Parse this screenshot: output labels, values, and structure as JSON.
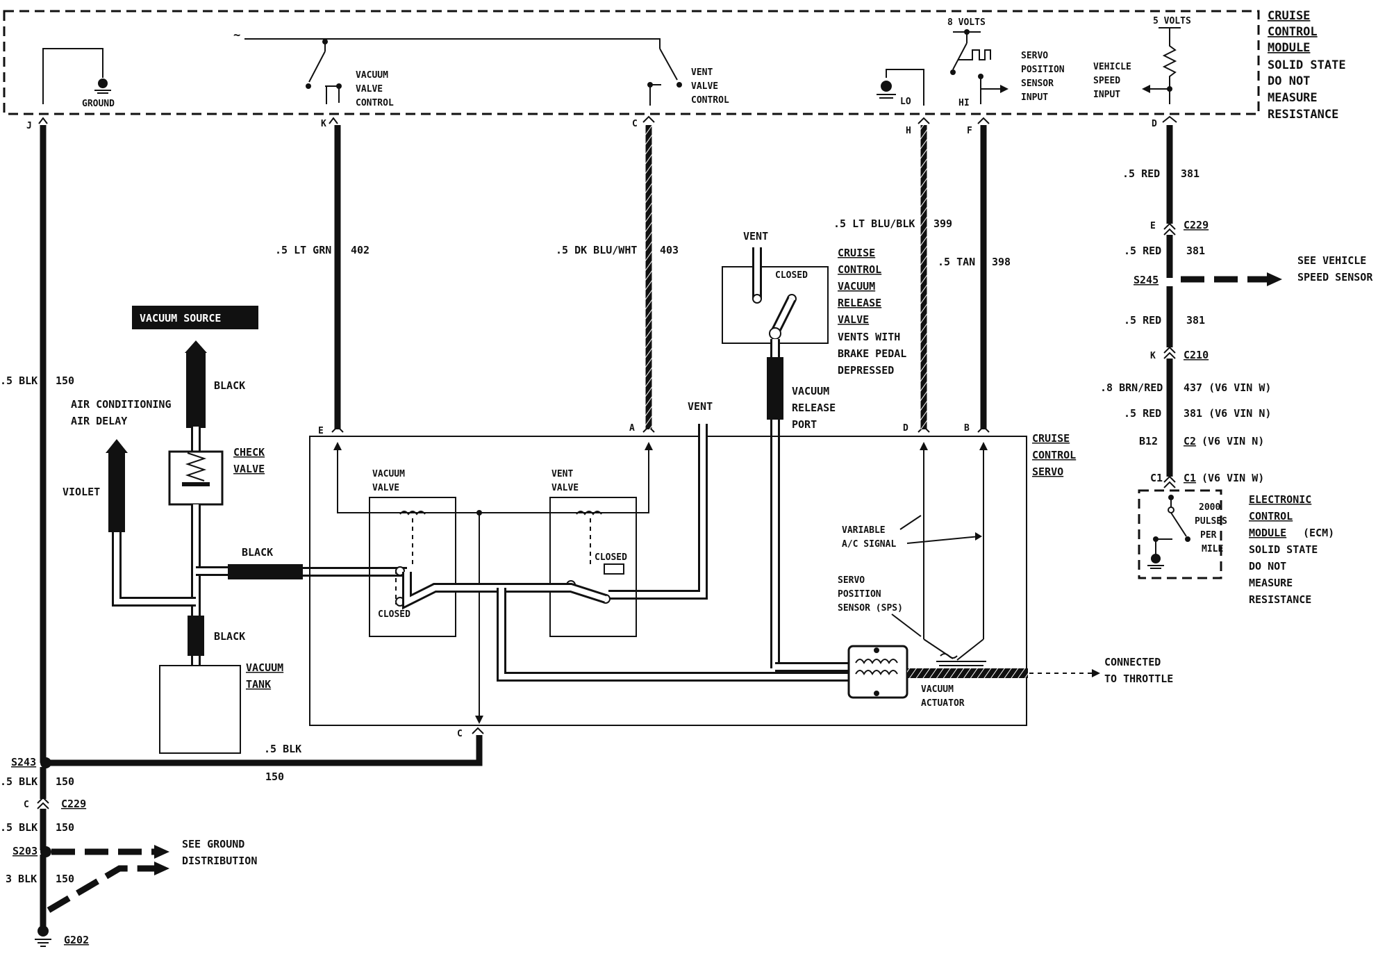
{
  "module": {
    "title_lines": [
      "CRUISE",
      "CONTROL",
      "MODULE"
    ],
    "note_lines": [
      "SOLID STATE",
      "DO NOT",
      "MEASURE",
      "RESISTANCE"
    ],
    "ground": "GROUND",
    "vacuum_valve_control": [
      "VACUUM",
      "VALVE",
      "CONTROL"
    ],
    "vent_valve_control": [
      "VENT",
      "VALVE",
      "CONTROL"
    ],
    "eight_volts": "8 VOLTS",
    "five_volts": "5 VOLTS",
    "servo_position_sensor_input": [
      "SERVO",
      "POSITION",
      "SENSOR",
      "INPUT"
    ],
    "vehicle_speed_input": [
      "VEHICLE",
      "SPEED",
      "INPUT"
    ],
    "lo": "LO",
    "hi": "HI",
    "pins": {
      "j": "J",
      "k": "K",
      "c": "C",
      "h": "H",
      "f": "F",
      "d": "D"
    }
  },
  "wires": {
    "blk_150": {
      "size": ".5 BLK",
      "circuit": "150"
    },
    "lt_grn_402": {
      "size": ".5 LT GRN",
      "circuit": "402"
    },
    "dk_blu_wht_403": {
      "size": ".5 DK BLU/WHT",
      "circuit": "403"
    },
    "lt_blu_blk_399": {
      "size": ".5 LT BLU/BLK",
      "circuit": "399"
    },
    "tan_398": {
      "size": ".5 TAN",
      "circuit": "398"
    },
    "red_381_top": {
      "size": ".5 RED",
      "circuit": "381"
    }
  },
  "speed_path": {
    "c229_pin": "E",
    "c229": "C229",
    "red_381_b": {
      "size": ".5 RED",
      "circuit": "381"
    },
    "s245": "S245",
    "see_vehicle_speed_sensor": [
      "SEE VEHICLE",
      "SPEED SENSOR"
    ],
    "red_381_c": {
      "size": ".5 RED",
      "circuit": "381"
    },
    "c210_pin": "K",
    "c210": "C210",
    "brn_red": {
      "size": ".8 BRN/RED",
      "circuit": "437 (V6 VIN W)"
    },
    "red_vin_n": {
      "size": ".5 RED",
      "circuit": "381 (V6 VIN N)"
    },
    "c2_pin": "B12",
    "c2": "C2",
    "c2_note": "(V6 VIN N)",
    "c1_pin": "C1",
    "c1": "C1",
    "c1_note": "(V6 VIN W)"
  },
  "ecm": {
    "pulses": [
      "2000",
      "PULSES",
      "PER",
      "MILE"
    ],
    "title_lines": [
      "ELECTRONIC",
      "CONTROL",
      "MODULE"
    ],
    "title_suffix": "(ECM)",
    "note_lines": [
      "SOLID STATE",
      "DO NOT",
      "MEASURE",
      "RESISTANCE"
    ]
  },
  "vacuum": {
    "vacuum_source": "VACUUM SOURCE",
    "black_1": "BLACK",
    "black_2": "BLACK",
    "black_3": "BLACK",
    "check_valve": [
      "CHECK",
      "VALVE"
    ],
    "air_conditioning": [
      "AIR CONDITIONING",
      "AIR DELAY"
    ],
    "violet": "VIOLET",
    "vacuum_tank": [
      "VACUUM",
      "TANK"
    ]
  },
  "release_valve": {
    "vent": "VENT",
    "closed": "CLOSED",
    "title_lines": [
      "CRUISE",
      "CONTROL",
      "VACUUM",
      "RELEASE",
      "VALVE"
    ],
    "note_lines": [
      "VENTS WITH",
      "BRAKE PEDAL",
      "DEPRESSED"
    ],
    "port_lines": [
      "VACUUM",
      "RELEASE",
      "PORT"
    ]
  },
  "servo": {
    "title_lines": [
      "CRUISE",
      "CONTROL",
      "SERVO"
    ],
    "pin_e": "E",
    "pin_a": "A",
    "pin_d": "D",
    "pin_b": "B",
    "pin_c": "C",
    "vent": "VENT",
    "vacuum_valve": [
      "VACUUM",
      "VALVE"
    ],
    "vent_valve": [
      "VENT",
      "VALVE"
    ],
    "closed_1": "CLOSED",
    "closed_2": "CLOSED",
    "variable_ac": [
      "VARIABLE",
      "A/C SIGNAL"
    ],
    "sps": [
      "SERVO",
      "POSITION",
      "SENSOR (SPS)"
    ],
    "vacuum_actuator": [
      "VACUUM",
      "ACTUATOR"
    ],
    "connected_to_throttle": [
      "CONNECTED",
      "TO THROTTLE"
    ]
  },
  "ground_path": {
    "servo_blk": ".5 BLK",
    "servo_150": "150",
    "s243": "S243",
    "blk_a": {
      "size": ".5 BLK",
      "circuit": "150"
    },
    "c229_pin": "C",
    "c229": "C229",
    "blk_b": {
      "size": ".5 BLK",
      "circuit": "150"
    },
    "s203": "S203",
    "see_ground_distribution": [
      "SEE GROUND",
      "DISTRIBUTION"
    ],
    "blk_c": {
      "size": "3 BLK",
      "circuit": "150"
    },
    "g202": "G202"
  }
}
